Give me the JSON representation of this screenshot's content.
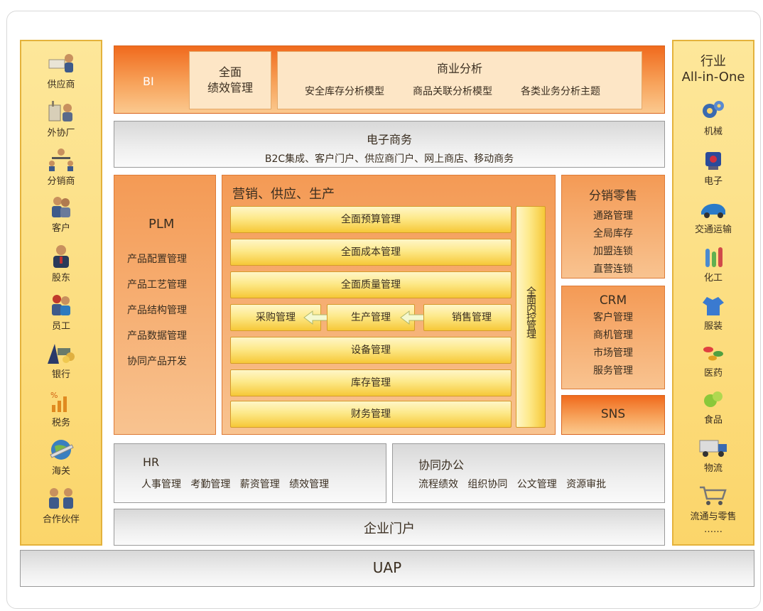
{
  "stakeholders": {
    "items": [
      {
        "label": "供应商",
        "icon": "supplier-icon"
      },
      {
        "label": "外协厂",
        "icon": "outsourcing-factory-icon"
      },
      {
        "label": "分销商",
        "icon": "distributor-icon"
      },
      {
        "label": "客户",
        "icon": "customer-icon"
      },
      {
        "label": "股东",
        "icon": "shareholder-icon"
      },
      {
        "label": "员工",
        "icon": "employee-icon"
      },
      {
        "label": "银行",
        "icon": "bank-icon"
      },
      {
        "label": "税务",
        "icon": "tax-icon"
      },
      {
        "label": "海关",
        "icon": "customs-icon"
      },
      {
        "label": "合作伙伴",
        "icon": "partner-icon"
      }
    ]
  },
  "industry": {
    "title_line1": "行业",
    "title_line2": "All-in-One",
    "items": [
      {
        "label": "机械",
        "icon": "machinery-icon"
      },
      {
        "label": "电子",
        "icon": "electronics-icon"
      },
      {
        "label": "交通运输",
        "icon": "transport-icon"
      },
      {
        "label": "化工",
        "icon": "chemical-icon"
      },
      {
        "label": "服装",
        "icon": "apparel-icon"
      },
      {
        "label": "医药",
        "icon": "medicine-icon"
      },
      {
        "label": "食品",
        "icon": "food-icon"
      },
      {
        "label": "物流",
        "icon": "logistics-icon"
      },
      {
        "label": "流通与零售",
        "icon": "retail-icon"
      }
    ],
    "more": "……"
  },
  "bi": {
    "label": "BI",
    "performance_line1": "全面",
    "performance_line2": "绩效管理",
    "analysis_title": "商业分析",
    "analysis_items": [
      "安全库存分析模型",
      "商品关联分析模型",
      "各类业务分析主题"
    ]
  },
  "ecommerce": {
    "title": "电子商务",
    "subtitle": "B2C集成、客户门户、供应商门户、网上商店、移动商务"
  },
  "plm": {
    "title": "PLM",
    "items": [
      "产品配置管理",
      "产品工艺管理",
      "产品结构管理",
      "产品数据管理",
      "协同产品开发"
    ]
  },
  "core": {
    "title": "营销、供应、生产",
    "bars": [
      "全面预算管理",
      "全面成本管理",
      "全面质量管理"
    ],
    "flow": [
      "采购管理",
      "生产管理",
      "销售管理"
    ],
    "bars_bottom": [
      "设备管理",
      "库存管理",
      "财务管理"
    ],
    "internal_control": "全面内控管理"
  },
  "distribution": {
    "title": "分销零售",
    "items": [
      "通路管理",
      "全局库存",
      "加盟连锁",
      "直营连锁"
    ]
  },
  "crm": {
    "title": "CRM",
    "items": [
      "客户管理",
      "商机管理",
      "市场管理",
      "服务管理"
    ]
  },
  "sns": {
    "title": "SNS"
  },
  "hr": {
    "title": "HR",
    "items": [
      "人事管理",
      "考勤管理",
      "薪资管理",
      "绩效管理"
    ]
  },
  "office": {
    "title": "协同办公",
    "items": [
      "流程绩效",
      "组织协同",
      "公文管理",
      "资源审批"
    ]
  },
  "portal": {
    "title": "企业门户"
  },
  "uap": {
    "title": "UAP"
  }
}
